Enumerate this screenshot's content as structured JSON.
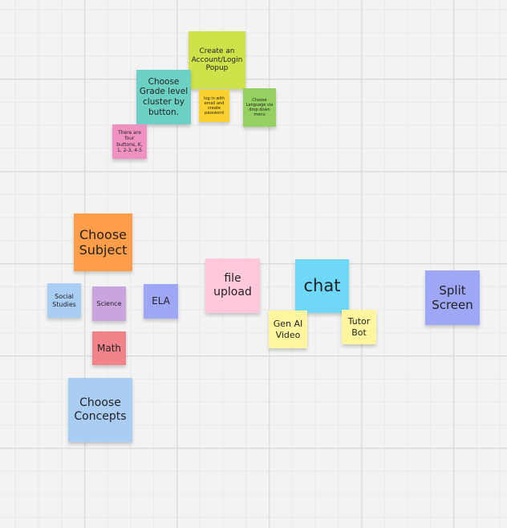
{
  "notes": {
    "create_account": {
      "text": "Create an Account/Login Popup",
      "color": "#cfe24a"
    },
    "choose_grade": {
      "text": "Choose Grade level cluster by button.",
      "color": "#6dd0c5"
    },
    "login": {
      "text": "log in with email and create password",
      "color": "#fad12e"
    },
    "choose_language": {
      "text": "Choose Language via drop down menu",
      "color": "#94d160"
    },
    "four_buttons": {
      "text": "There are four buttons, K, 1, 2-3, 4-5",
      "color": "#ef91c1"
    },
    "choose_subject": {
      "text": "Choose Subject",
      "color": "#ff9d48"
    },
    "social_studies": {
      "text": "Social Studies",
      "color": "#a9cdf3"
    },
    "science": {
      "text": "Science",
      "color": "#c8a5df"
    },
    "ela": {
      "text": "ELA",
      "color": "#9ea6f6"
    },
    "math": {
      "text": "Math",
      "color": "#f2838b"
    },
    "choose_concepts": {
      "text": "Choose Concepts",
      "color": "#a9cdf3"
    },
    "file_upload": {
      "text": "file upload",
      "color": "#ffc9db"
    },
    "chat": {
      "text": "chat",
      "color": "#6fd7f7"
    },
    "gen_ai_video": {
      "text": "Gen AI Video",
      "color": "#fff59f"
    },
    "tutor_bot": {
      "text": "Tutor Bot",
      "color": "#fff59f"
    },
    "split_screen": {
      "text": "Split Screen",
      "color": "#9ea6f6"
    }
  }
}
